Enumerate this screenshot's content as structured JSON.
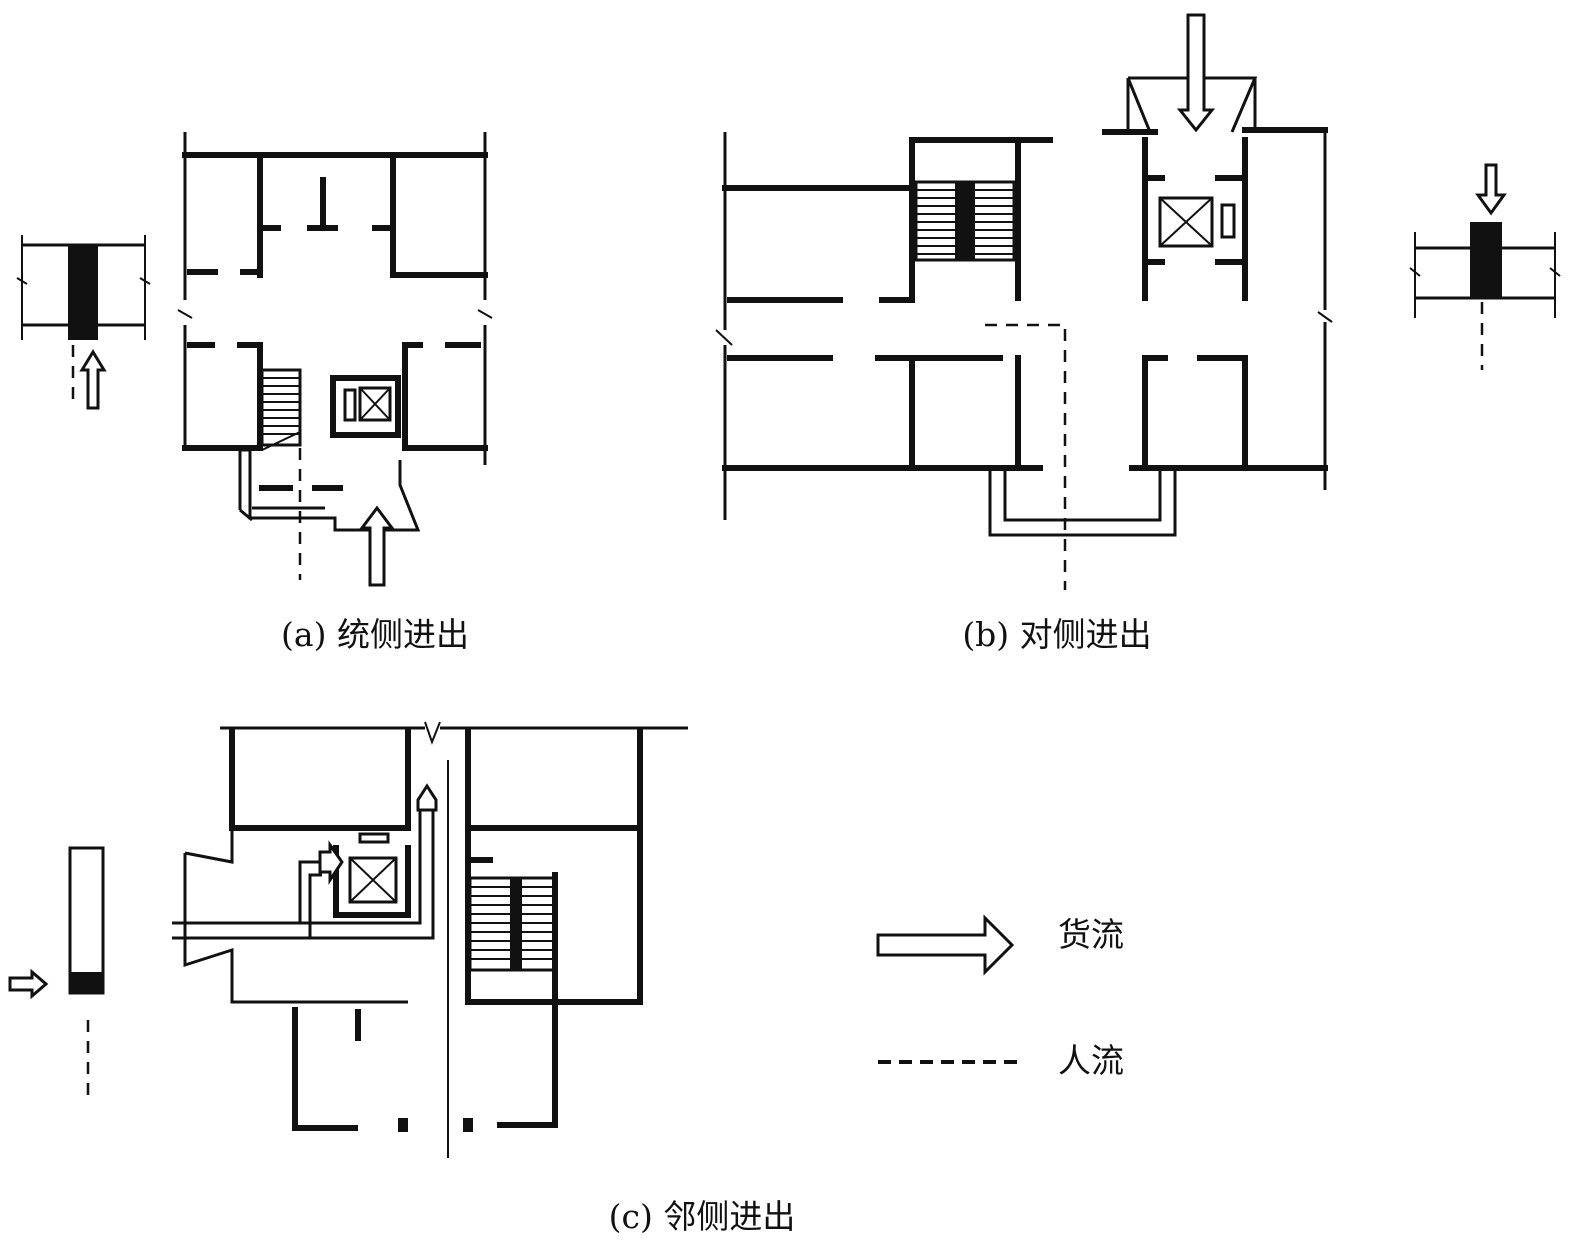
{
  "captions": {
    "a": "(a) 统侧进出",
    "b": "(b) 对侧进出",
    "c": "(c) 邻侧进出"
  },
  "legend": {
    "goods_flow": "货流",
    "people_flow": "人流"
  }
}
